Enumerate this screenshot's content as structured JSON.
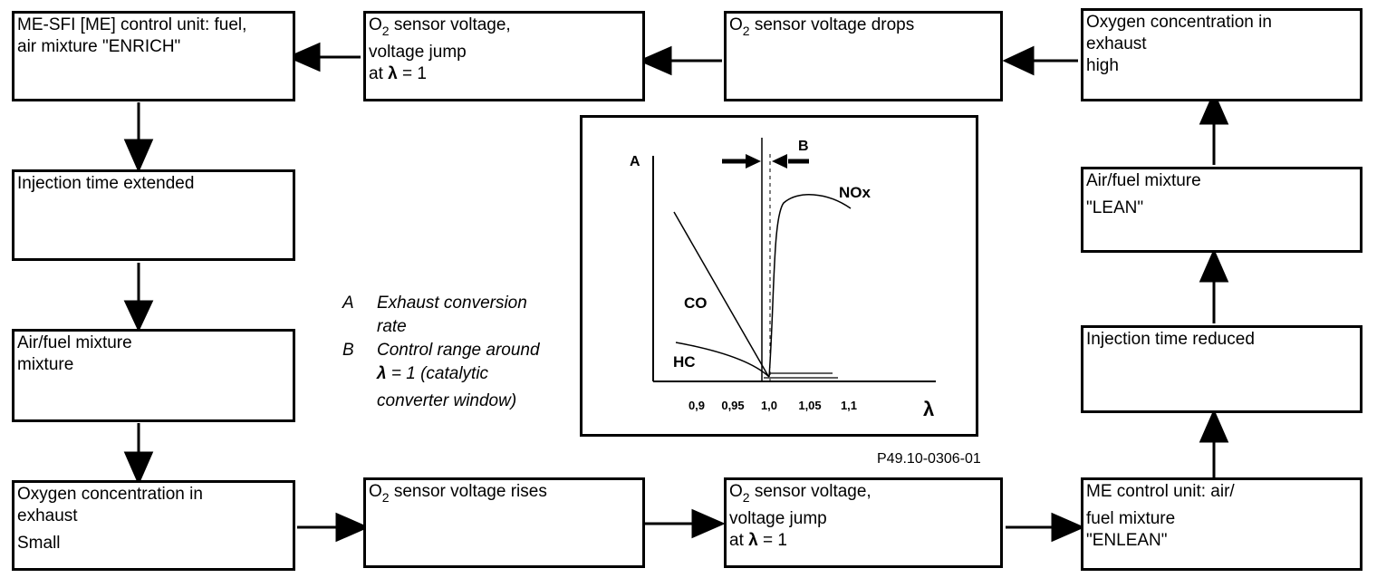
{
  "boxes": {
    "b1": {
      "lines": [
        "ME-SFI [ME] control unit: fuel,",
        "air mixture \"ENRICH\""
      ]
    },
    "b2": {
      "o2_rest": " sensor voltage,",
      "lines": [
        "voltage jump",
        "at ",
        "λ",
        " = 1"
      ]
    },
    "b3": {
      "o2_rest": " sensor voltage drops"
    },
    "b4": {
      "lines": [
        "Oxygen concentration in",
        "exhaust",
        "high"
      ]
    },
    "b5": {
      "lines": [
        "Injection time extended"
      ]
    },
    "b6": {
      "lines": [
        "Air/fuel mixture",
        "mixture"
      ]
    },
    "b7": {
      "lines": [
        "Oxygen concentration in",
        "exhaust",
        "Small"
      ]
    },
    "b8": {
      "o2_rest": " sensor voltage rises"
    },
    "b9": {
      "o2_rest": " sensor voltage,",
      "lines": [
        "voltage jump",
        "at ",
        "λ",
        " = 1"
      ]
    },
    "b10": {
      "lines": [
        "ME control unit: air/",
        "fuel mixture",
        "\"ENLEAN\""
      ]
    },
    "b11": {
      "lines": [
        "Injection time reduced"
      ]
    },
    "b12": {
      "lines": [
        "Air/fuel mixture",
        "\"LEAN\""
      ]
    }
  },
  "o2": {
    "base": "O",
    "sub": "2"
  },
  "legend": {
    "a_label": "A",
    "a_text": [
      "Exhaust conversion",
      "rate"
    ],
    "b_label": "B",
    "b_text": [
      "Control range around",
      "λ",
      " = 1 (catalytic",
      "converter window)"
    ]
  },
  "chart": {
    "y_axis_label": "A",
    "x_axis_label": "λ",
    "range_label": "B",
    "x_ticks": [
      "0,9",
      "0,95",
      "1,0",
      "1,05",
      "1,1"
    ],
    "curve_labels": [
      "CO",
      "HC",
      "NOx"
    ]
  },
  "reference": "P49.10-0306-01"
}
